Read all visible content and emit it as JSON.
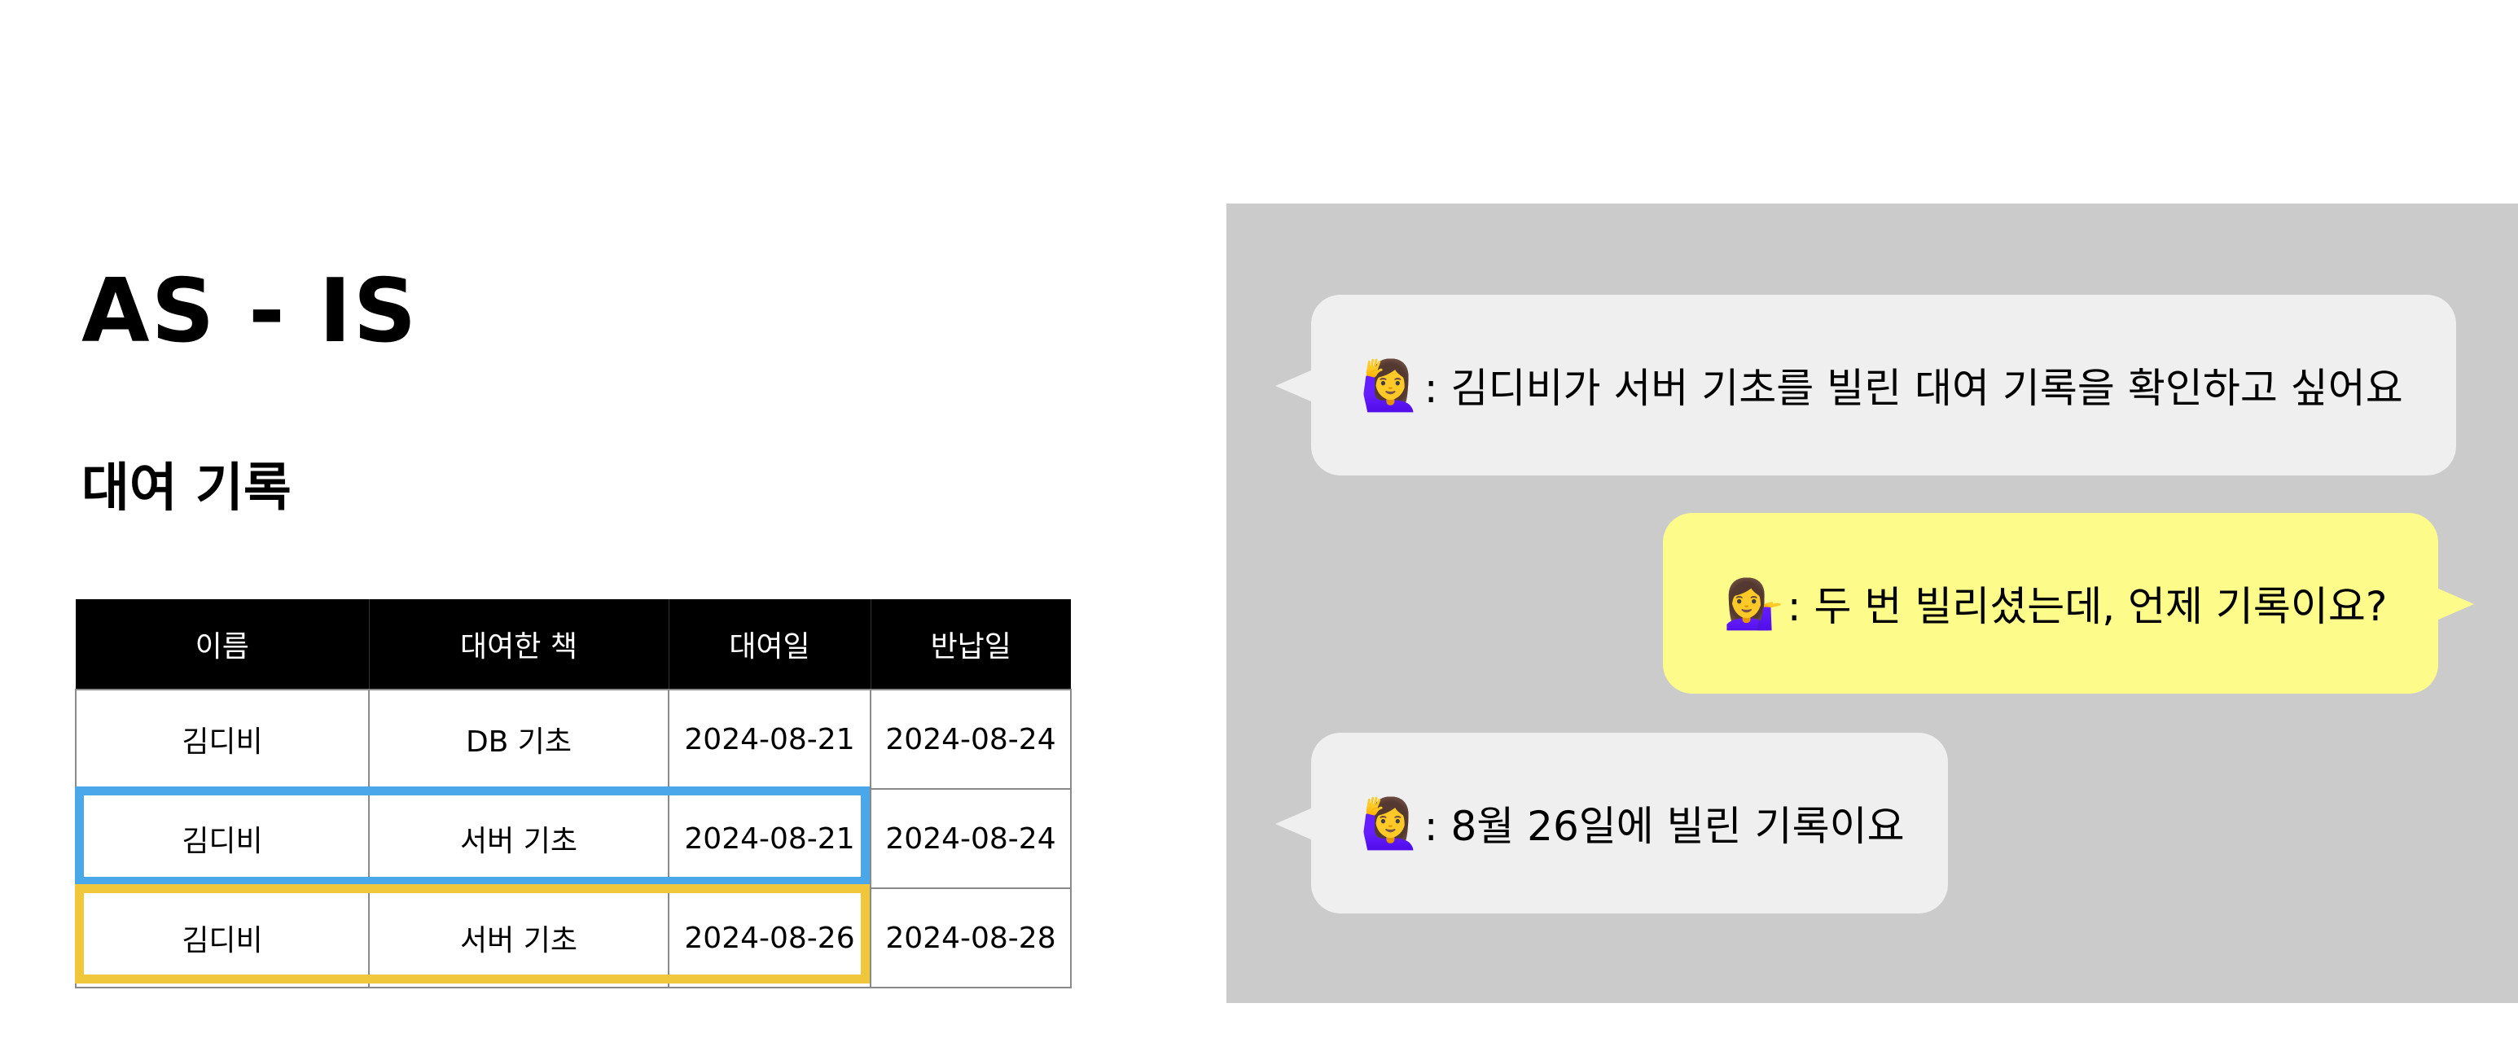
{
  "title": "AS - IS",
  "subtitle": "대여 기록",
  "table": {
    "headers": [
      "이름",
      "대여한 책",
      "대여일",
      "반납일"
    ],
    "rows": [
      [
        "김디비",
        "DB 기초",
        "2024-08-21",
        "2024-08-24"
      ],
      [
        "김디비",
        "서버 기초",
        "2024-08-21",
        "2024-08-24"
      ],
      [
        "김디비",
        "서버 기초",
        "2024-08-26",
        "2024-08-28"
      ]
    ]
  },
  "highlights": {
    "row2_color": "#4aa8ea",
    "row3_color": "#f0c63b"
  },
  "chat": {
    "panel_color": "#cbcbcb",
    "messages": [
      {
        "speaker_icon": "🙋‍♀️",
        "speaker_icon_name": "woman-raising-hand-icon",
        "text": ": 김디비가 서버 기초를 빌린 대여 기록을 확인하고 싶어요",
        "side": "left"
      },
      {
        "speaker_icon": "💁‍♀️",
        "speaker_icon_name": "woman-tipping-hand-icon",
        "text": ": 두 번 빌리셨는데, 언제 기록이요?",
        "side": "right"
      },
      {
        "speaker_icon": "🙋‍♀️",
        "speaker_icon_name": "woman-raising-hand-icon",
        "text": ": 8월 26일에 빌린 기록이요",
        "side": "left"
      }
    ]
  }
}
